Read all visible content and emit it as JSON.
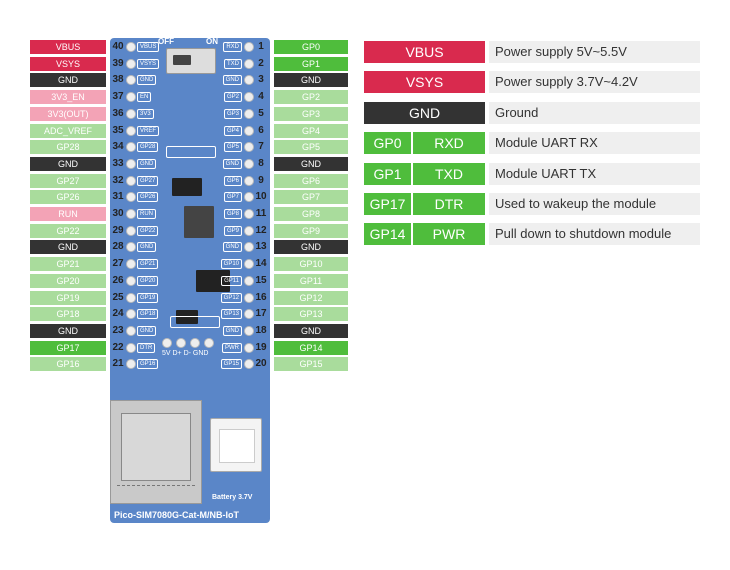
{
  "colors": {
    "red": "#d92a4e",
    "light_red": "#f3a3b6",
    "black": "#333333",
    "green": "#4fbd3c",
    "light_green": "#a9dc9c",
    "board": "#5a86c8"
  },
  "left_pins": [
    {
      "num": "40",
      "label": "VBUS",
      "type": "red",
      "silk": "VBUS"
    },
    {
      "num": "39",
      "label": "VSYS",
      "type": "red",
      "silk": "VSYS"
    },
    {
      "num": "38",
      "label": "GND",
      "type": "black",
      "silk": "GND"
    },
    {
      "num": "37",
      "label": "3V3_EN",
      "type": "light_red",
      "silk": "EN"
    },
    {
      "num": "36",
      "label": "3V3(OUT)",
      "type": "light_red",
      "silk": "3V3"
    },
    {
      "num": "35",
      "label": "ADC_VREF",
      "type": "light_green",
      "silk": "VREF"
    },
    {
      "num": "34",
      "label": "GP28",
      "type": "light_green",
      "silk": "GP28"
    },
    {
      "num": "33",
      "label": "GND",
      "type": "black",
      "silk": "GND"
    },
    {
      "num": "32",
      "label": "GP27",
      "type": "light_green",
      "silk": "GP27"
    },
    {
      "num": "31",
      "label": "GP26",
      "type": "light_green",
      "silk": "GP26"
    },
    {
      "num": "30",
      "label": "RUN",
      "type": "light_red",
      "silk": "RUN"
    },
    {
      "num": "29",
      "label": "GP22",
      "type": "light_green",
      "silk": "GP22"
    },
    {
      "num": "28",
      "label": "GND",
      "type": "black",
      "silk": "GND"
    },
    {
      "num": "27",
      "label": "GP21",
      "type": "light_green",
      "silk": "GP21"
    },
    {
      "num": "26",
      "label": "GP20",
      "type": "light_green",
      "silk": "GP20"
    },
    {
      "num": "25",
      "label": "GP19",
      "type": "light_green",
      "silk": "GP19"
    },
    {
      "num": "24",
      "label": "GP18",
      "type": "light_green",
      "silk": "GP18"
    },
    {
      "num": "23",
      "label": "GND",
      "type": "black",
      "silk": "GND"
    },
    {
      "num": "22",
      "label": "GP17",
      "type": "green",
      "silk": "DTR"
    },
    {
      "num": "21",
      "label": "GP16",
      "type": "light_green",
      "silk": "GP16"
    }
  ],
  "right_pins": [
    {
      "num": "1",
      "label": "GP0",
      "type": "green",
      "silk": "RXD"
    },
    {
      "num": "2",
      "label": "GP1",
      "type": "green",
      "silk": "TXD"
    },
    {
      "num": "3",
      "label": "GND",
      "type": "black",
      "silk": "GND"
    },
    {
      "num": "4",
      "label": "GP2",
      "type": "light_green",
      "silk": "GP2"
    },
    {
      "num": "5",
      "label": "GP3",
      "type": "light_green",
      "silk": "GP3"
    },
    {
      "num": "6",
      "label": "GP4",
      "type": "light_green",
      "silk": "GP4"
    },
    {
      "num": "7",
      "label": "GP5",
      "type": "light_green",
      "silk": "GP5"
    },
    {
      "num": "8",
      "label": "GND",
      "type": "black",
      "silk": "GND"
    },
    {
      "num": "9",
      "label": "GP6",
      "type": "light_green",
      "silk": "GP6"
    },
    {
      "num": "10",
      "label": "GP7",
      "type": "light_green",
      "silk": "GP7"
    },
    {
      "num": "11",
      "label": "GP8",
      "type": "light_green",
      "silk": "GP8"
    },
    {
      "num": "12",
      "label": "GP9",
      "type": "light_green",
      "silk": "GP9"
    },
    {
      "num": "13",
      "label": "GND",
      "type": "black",
      "silk": "GND"
    },
    {
      "num": "14",
      "label": "GP10",
      "type": "light_green",
      "silk": "GP10"
    },
    {
      "num": "15",
      "label": "GP11",
      "type": "light_green",
      "silk": "GP11"
    },
    {
      "num": "16",
      "label": "GP12",
      "type": "light_green",
      "silk": "GP12"
    },
    {
      "num": "17",
      "label": "GP13",
      "type": "light_green",
      "silk": "GP13"
    },
    {
      "num": "18",
      "label": "GND",
      "type": "black",
      "silk": "GND"
    },
    {
      "num": "19",
      "label": "GP14",
      "type": "green",
      "silk": "PWR"
    },
    {
      "num": "20",
      "label": "GP15",
      "type": "light_green",
      "silk": "GP15"
    }
  ],
  "board": {
    "switch_off": "OFF",
    "switch_on": "ON",
    "header_labels": "5V D+ D- GND",
    "battery_label": "Battery 3.7V",
    "name": "Pico-SIM7080G-Cat-M/NB-IoT"
  },
  "legend": [
    {
      "cells": [
        "VBUS"
      ],
      "type": "red",
      "desc": "Power supply 5V~5.5V"
    },
    {
      "cells": [
        "VSYS"
      ],
      "type": "red",
      "desc": "Power supply 3.7V~4.2V"
    },
    {
      "cells": [
        "GND"
      ],
      "type": "black",
      "desc": "Ground"
    },
    {
      "cells": [
        "GP0",
        "RXD"
      ],
      "type": "green",
      "desc": "Module UART RX"
    },
    {
      "cells": [
        "GP1",
        "TXD"
      ],
      "type": "green",
      "desc": "Module UART TX"
    },
    {
      "cells": [
        "GP17",
        "DTR"
      ],
      "type": "green",
      "desc": "Used to wakeup the module"
    },
    {
      "cells": [
        "GP14",
        "PWR"
      ],
      "type": "green",
      "desc": "Pull down to shutdown module"
    }
  ]
}
